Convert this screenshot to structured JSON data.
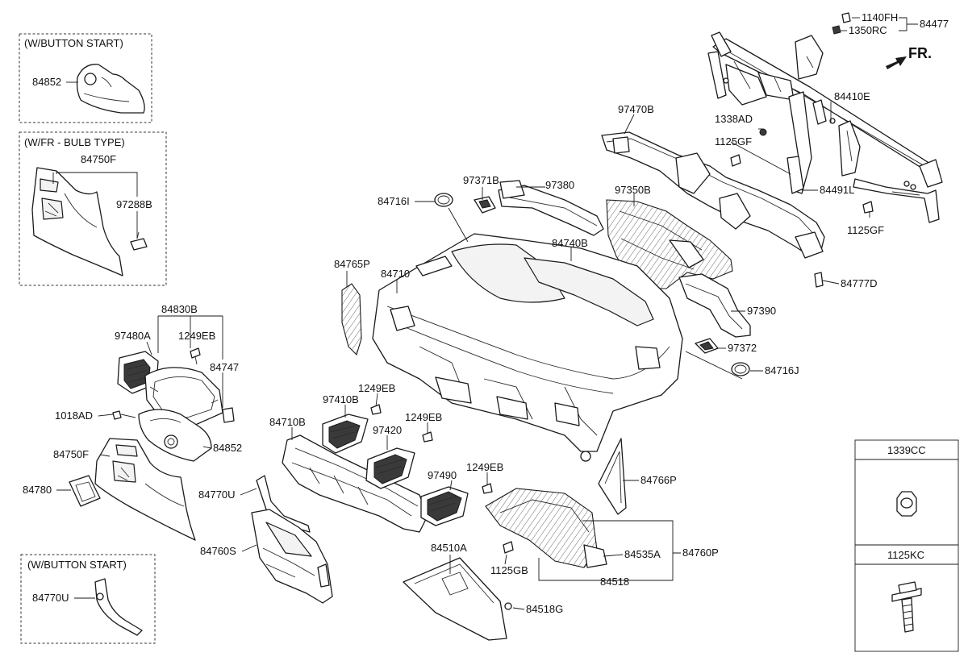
{
  "insets": {
    "button_start_top": "(W/BUTTON START)",
    "bulb_type": "(W/FR - BULB TYPE)",
    "button_start_bottom": "(W/BUTTON START)"
  },
  "front_indicator": "FR.",
  "legend": {
    "nut_code": "1339CC",
    "bolt_code": "1125KC"
  },
  "labels": {
    "p84852_top": "84852",
    "p84750F_top": "84750F",
    "p97288B": "97288B",
    "p84830B": "84830B",
    "p97480A": "97480A",
    "p1249EB_a": "1249EB",
    "p84747": "84747",
    "p1018AD": "1018AD",
    "p84852_mid": "84852",
    "p84750F_mid": "84750F",
    "p84780": "84780",
    "p84770U_mid": "84770U",
    "p84760S": "84760S",
    "p84770U_bot": "84770U",
    "p84765P": "84765P",
    "p84710": "84710",
    "p84716I": "84716I",
    "p97371B": "97371B",
    "p97380": "97380",
    "p84740B": "84740B",
    "p97350B": "97350B",
    "p97470B": "97470B",
    "p1338AD": "1338AD",
    "p1125GF_a": "1125GF",
    "p84410E": "84410E",
    "p84491L": "84491L",
    "p1125GF_b": "1125GF",
    "p84777D": "84777D",
    "p97390": "97390",
    "p97372": "97372",
    "p84716J": "84716J",
    "p1140FH": "1140FH",
    "p1350RC": "1350RC",
    "p84477": "84477",
    "p84710B": "84710B",
    "p97410B": "97410B",
    "p1249EB_b": "1249EB",
    "p1249EB_c": "1249EB",
    "p97420": "97420",
    "p97490": "97490",
    "p1249EB_d": "1249EB",
    "p84766P": "84766P",
    "p84535A": "84535A",
    "p84760P": "84760P",
    "p1125GB": "1125GB",
    "p84518": "84518",
    "p84510A": "84510A",
    "p84518G": "84518G"
  }
}
